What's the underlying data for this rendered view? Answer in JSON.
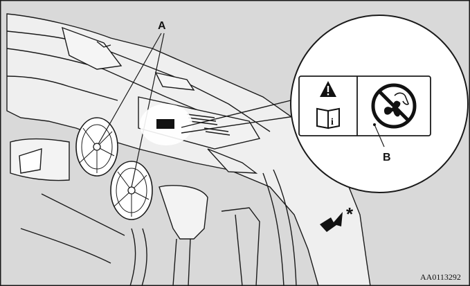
{
  "labels": {
    "fans_label": "A",
    "warning_label_callout": "B",
    "direction_asterisk": "*",
    "figure_code": "AA0113292"
  },
  "colors": {
    "line": "#1a1a1a",
    "shade": "#d7d7d7",
    "highlight": "#ffffff",
    "background": "#ffffff"
  },
  "icons": [
    "warning-triangle-icon",
    "manual-book-icon",
    "no-hand-fan-icon",
    "arrow-icon"
  ]
}
